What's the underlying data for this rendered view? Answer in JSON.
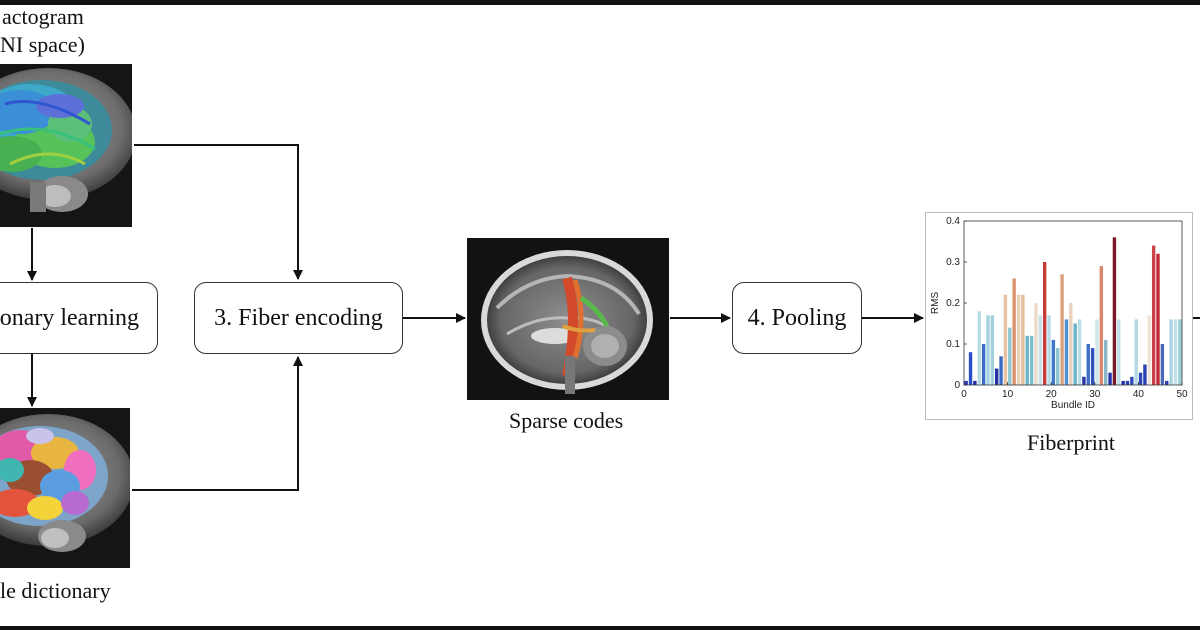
{
  "labels": {
    "tractogram_line1": "actogram",
    "tractogram_line2": "NI space)",
    "dictionary_learning": "onary learning",
    "fiber_encoding": "3. Fiber encoding",
    "pooling": "4. Pooling",
    "sparse_codes": "Sparse codes",
    "fiberprint": "Fiberprint",
    "bundle_dictionary": "le dictionary"
  },
  "chart_data": {
    "type": "bar",
    "xlabel": "Bundle ID",
    "ylabel": "RMS",
    "xlim": [
      0,
      50
    ],
    "ylim": [
      0,
      0.4
    ],
    "xticks": [
      0,
      10,
      20,
      30,
      40,
      50
    ],
    "yticks": [
      0,
      0.1,
      0.2,
      0.3,
      0.4
    ],
    "grid": false,
    "values": [
      0.01,
      0.08,
      0.01,
      0.18,
      0.1,
      0.17,
      0.17,
      0.04,
      0.07,
      0.22,
      0.14,
      0.26,
      0.22,
      0.22,
      0.12,
      0.12,
      0.2,
      0.17,
      0.3,
      0.17,
      0.11,
      0.09,
      0.27,
      0.16,
      0.2,
      0.15,
      0.16,
      0.02,
      0.1,
      0.09,
      0.16,
      0.29,
      0.11,
      0.03,
      0.36,
      0.16,
      0.01,
      0.01,
      0.02,
      0.16,
      0.03,
      0.05,
      0.17,
      0.34,
      0.32,
      0.1,
      0.01,
      0.16,
      0.16,
      0.16
    ],
    "colors": [
      "#2f3db5",
      "#2a4fc4",
      "#1e2a9e",
      "#b7dbe6",
      "#3a6cc8",
      "#a6d2de",
      "#9fd0dc",
      "#2430a6",
      "#3b68c4",
      "#e6c2a3",
      "#8ec7d2",
      "#d9936e",
      "#ead2b8",
      "#e3c1a0",
      "#6cb6c8",
      "#7cc0cf",
      "#eddac9",
      "#c9e3ea",
      "#c83a3a",
      "#b6dce5",
      "#3f78c9",
      "#8cc4d2",
      "#d9a27f",
      "#4f8fce",
      "#e8d2bd",
      "#6bb3c7",
      "#b9dde6",
      "#2a36aa",
      "#3d6fc6",
      "#2e52c0",
      "#cfe7ec",
      "#d7866a",
      "#8ab8c8",
      "#2534aa",
      "#7a1a26",
      "#c0dfe7",
      "#2332a2",
      "#2b3fb4",
      "#2f4bbd",
      "#b4d9e3",
      "#3147b8",
      "#2a42b5",
      "#f2e3d9",
      "#c8434a",
      "#c22a35",
      "#4b68b8",
      "#2a3bb0",
      "#aad5df",
      "#bfe0e8",
      "#9ccfdb"
    ]
  },
  "colors": {
    "frame": "#111111",
    "box_border": "#333333",
    "arrow": "#111111"
  }
}
